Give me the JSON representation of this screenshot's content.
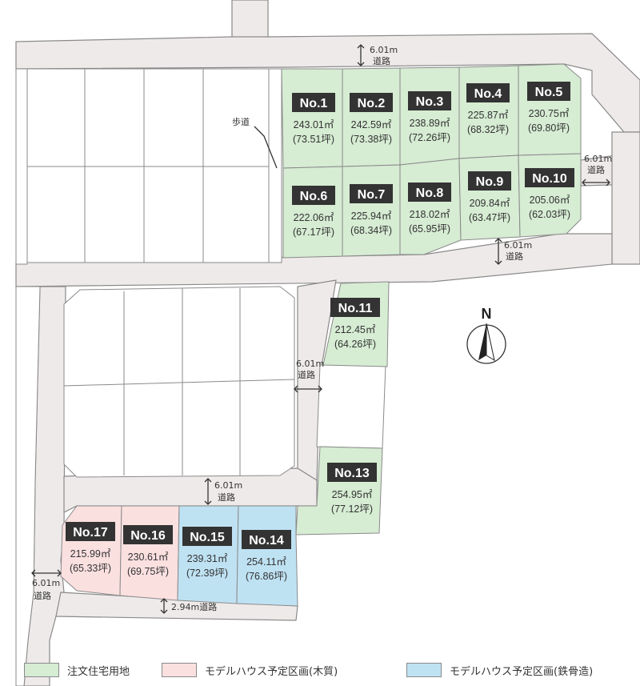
{
  "lots": [
    {
      "no": "No.1",
      "area": "243.01㎡",
      "tsubo": "(73.51坪)"
    },
    {
      "no": "No.2",
      "area": "242.59㎡",
      "tsubo": "(73.38坪)"
    },
    {
      "no": "No.3",
      "area": "238.89㎡",
      "tsubo": "(72.26坪)"
    },
    {
      "no": "No.4",
      "area": "225.87㎡",
      "tsubo": "(68.32坪)"
    },
    {
      "no": "No.5",
      "area": "230.75㎡",
      "tsubo": "(69.80坪)"
    },
    {
      "no": "No.6",
      "area": "222.06㎡",
      "tsubo": "(67.17坪)"
    },
    {
      "no": "No.7",
      "area": "225.94㎡",
      "tsubo": "(68.34坪)"
    },
    {
      "no": "No.8",
      "area": "218.02㎡",
      "tsubo": "(65.95坪)"
    },
    {
      "no": "No.9",
      "area": "209.84㎡",
      "tsubo": "(63.47坪)"
    },
    {
      "no": "No.10",
      "area": "205.06㎡",
      "tsubo": "(62.03坪)"
    },
    {
      "no": "No.11",
      "area": "212.45㎡",
      "tsubo": "(64.26坪)"
    },
    {
      "no": "No.13",
      "area": "254.95㎡",
      "tsubo": "(77.12坪)"
    },
    {
      "no": "No.14",
      "area": "254.11㎡",
      "tsubo": "(76.86坪)"
    },
    {
      "no": "No.15",
      "area": "239.31㎡",
      "tsubo": "(72.39坪)"
    },
    {
      "no": "No.16",
      "area": "230.61㎡",
      "tsubo": "(69.75坪)"
    },
    {
      "no": "No.17",
      "area": "215.99㎡",
      "tsubo": "(65.33坪)"
    }
  ],
  "roads": {
    "width_601": "6.01m",
    "road": "道路",
    "width_294_road": "2.94m道路",
    "sidewalk": "歩道"
  },
  "compass": {
    "north": "N"
  },
  "legend": [
    {
      "label": "注文住宅用地",
      "color": "#d6ecd3"
    },
    {
      "label": "モデルハウス予定区画(木質)",
      "color": "#fbe0e0"
    },
    {
      "label": "モデルハウス予定区画(鉄骨造)",
      "color": "#bfe2f3"
    }
  ]
}
